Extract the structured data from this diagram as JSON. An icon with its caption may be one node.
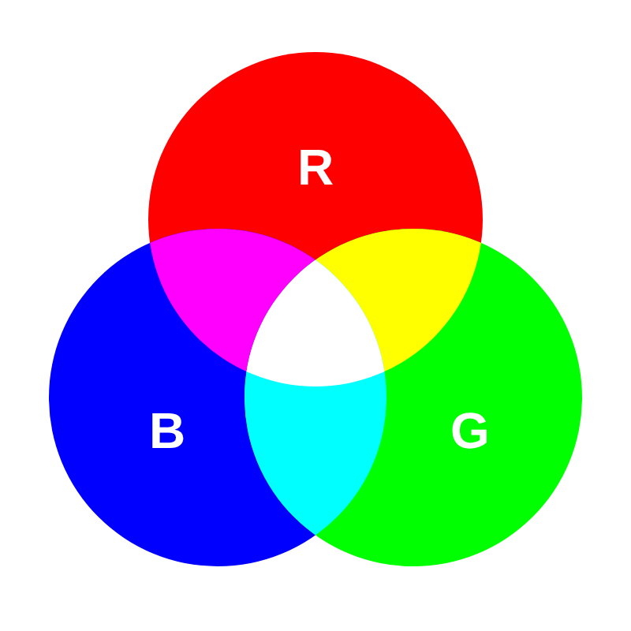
{
  "diagram": {
    "nodes": [
      {
        "text": [
          "R"
        ]
      },
      {
        "text": [
          "B"
        ]
      },
      {
        "text": [
          "G"
        ]
      }
    ]
  }
}
